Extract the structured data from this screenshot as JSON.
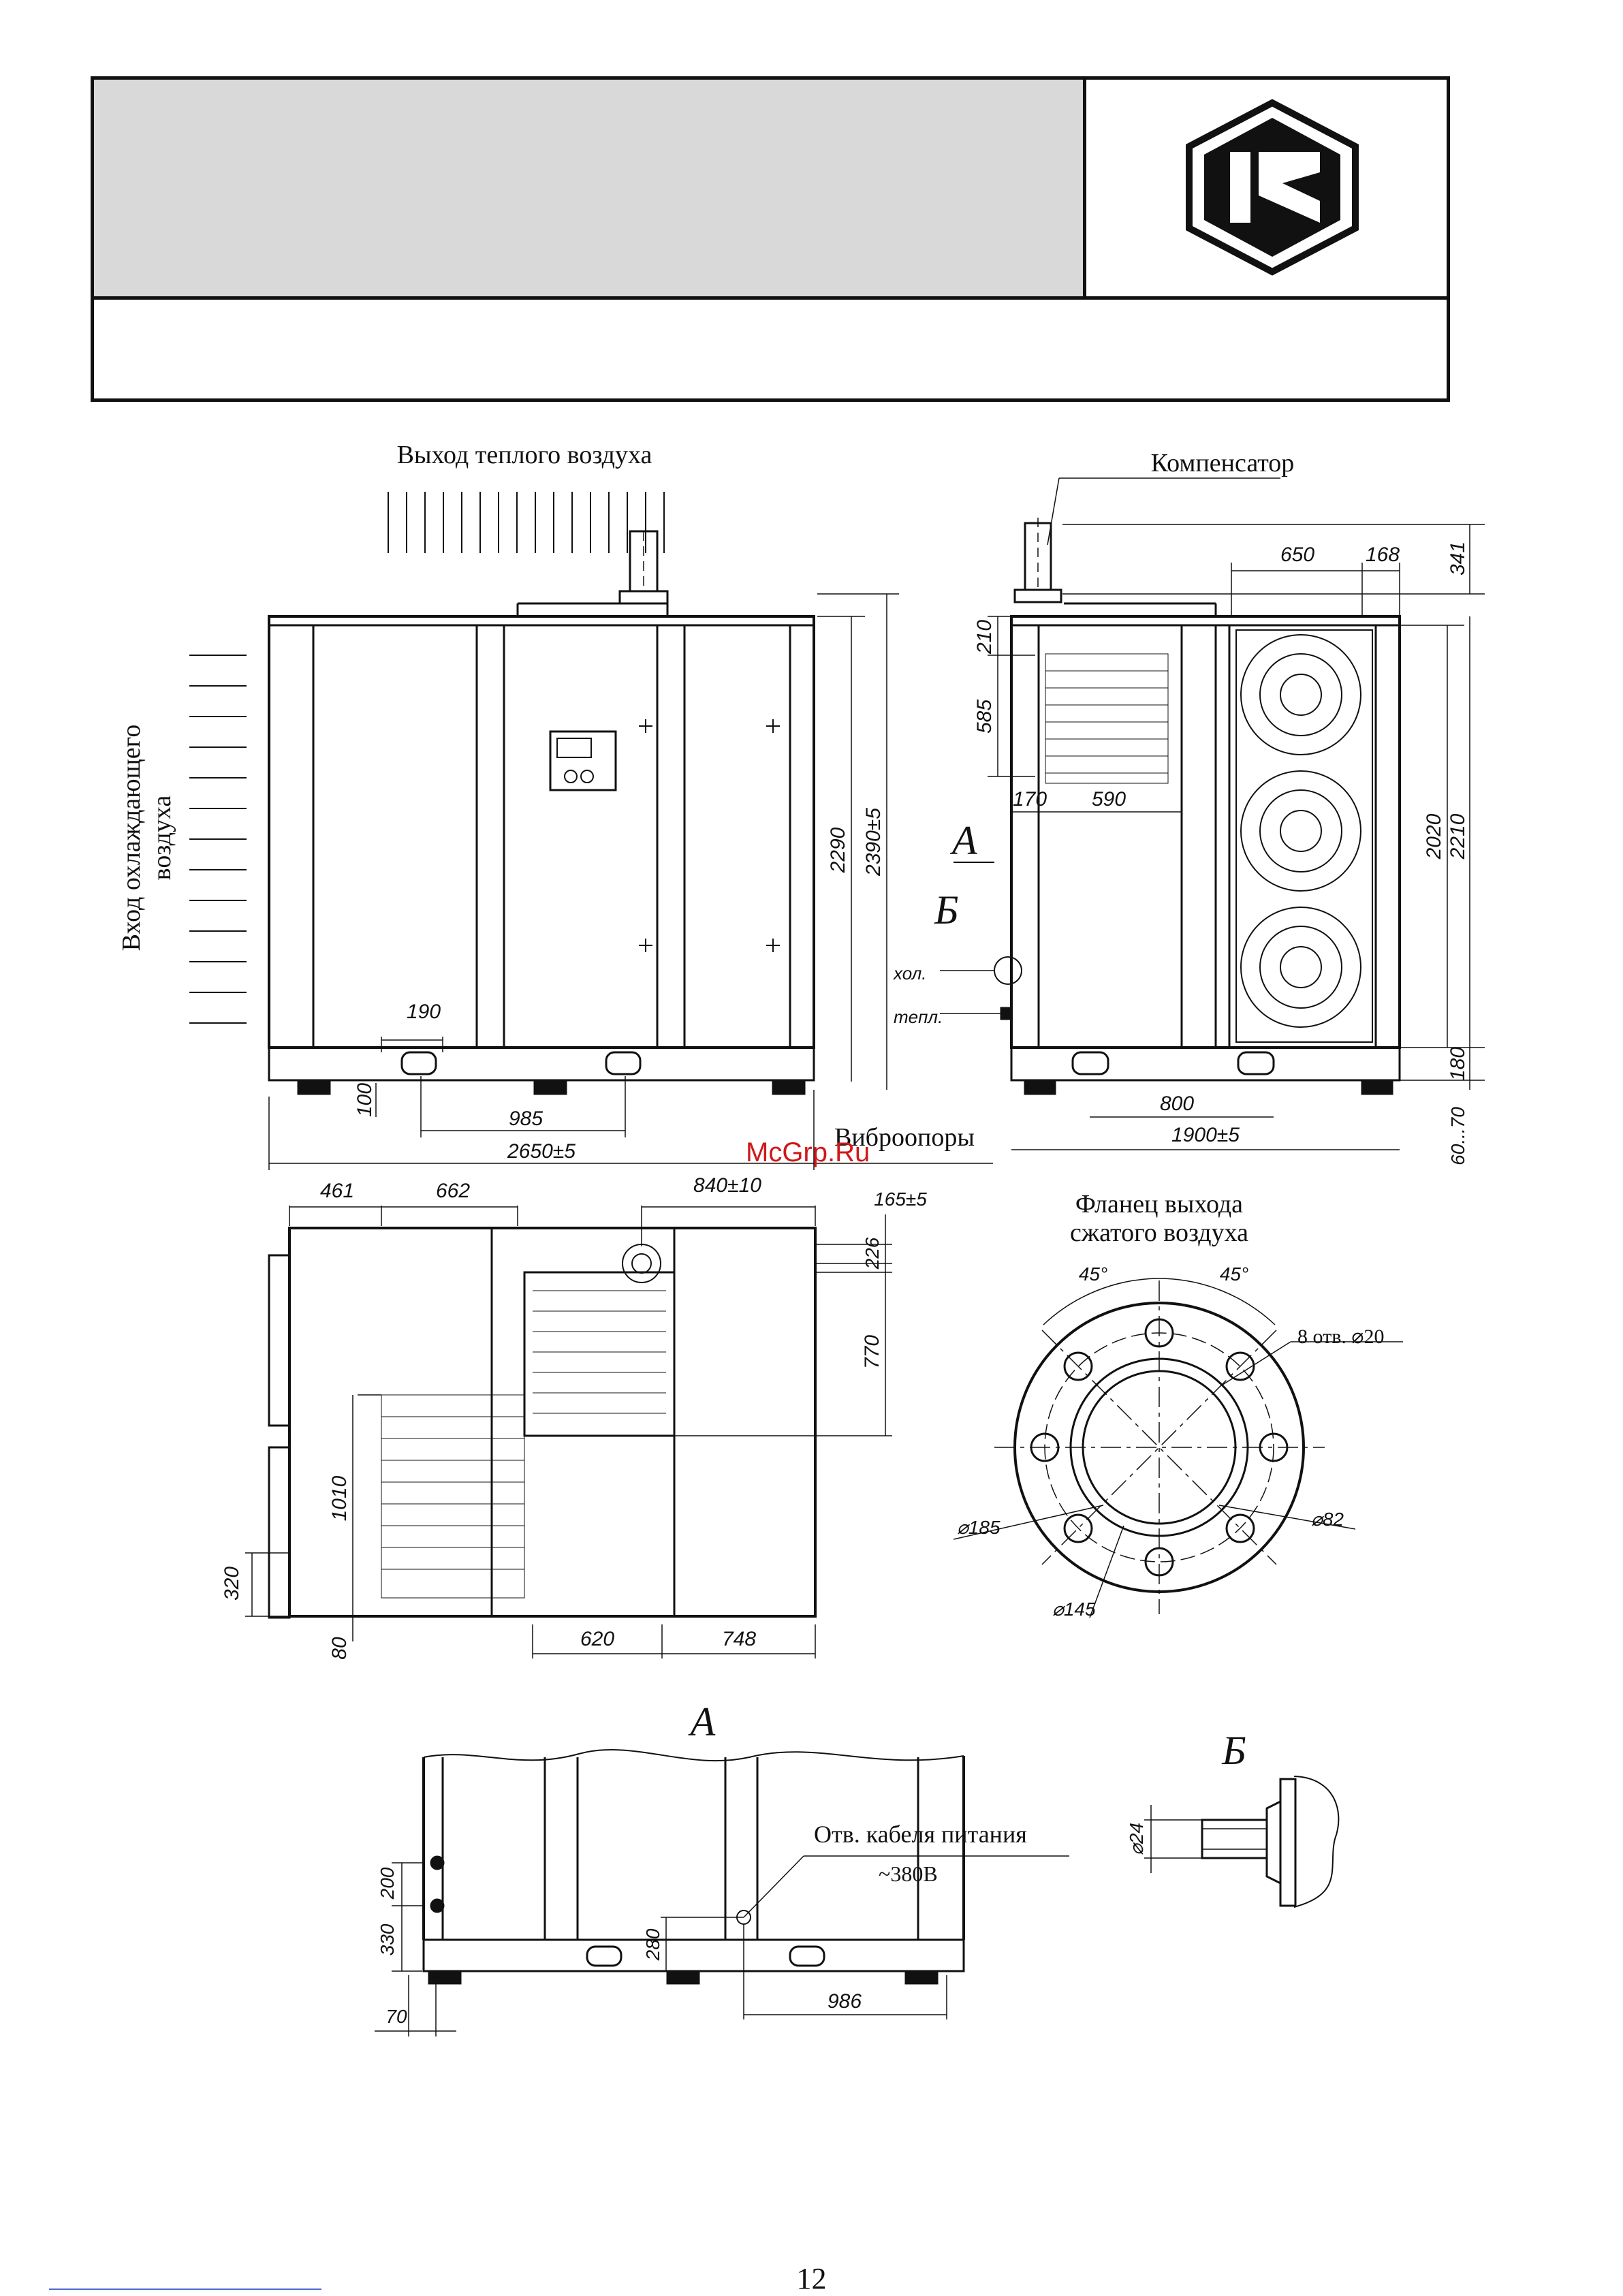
{
  "header": {
    "logo_icon": "hexagon-k-logo-icon",
    "colors": {
      "header_fill": "#d9d9d9",
      "frame": "#111111"
    }
  },
  "front_view": {
    "warm_air_outlet_label": "Выход теплого воздуха",
    "cooling_air_inlet_label_1": "Вход охлаждающего",
    "cooling_air_inlet_label_2": "воздуха",
    "vibration_mounts_label": "Виброопоры",
    "dims": {
      "height_inner": "2290",
      "height_total": "2390±5",
      "d190": "190",
      "d100": "100",
      "d985": "985",
      "width_total": "2650±5"
    }
  },
  "side_view": {
    "compensator_label": "Компенсатор",
    "view_a_marker": "А",
    "view_b_marker": "Б",
    "cold_label": "хол.",
    "warm_label": "тепл.",
    "dims": {
      "d650": "650",
      "d168": "168",
      "d341": "341",
      "d210": "210",
      "d585": "585",
      "d170": "170",
      "d590": "590",
      "d2020": "2020",
      "d2210": "2210",
      "d180": "180",
      "d800": "800",
      "d1900": "1900±5",
      "d60_70": "60...70"
    }
  },
  "top_view": {
    "dims": {
      "d461": "461",
      "d662": "662",
      "d840": "840±10",
      "d165": "165±5",
      "d226": "226",
      "d770": "770",
      "d1010": "1010",
      "d320": "320",
      "d80": "80",
      "d620": "620",
      "d748": "748"
    }
  },
  "flange": {
    "title_1": "Фланец выхода",
    "title_2": "сжатого воздуха",
    "angle_left": "45°",
    "angle_right": "45°",
    "holes": "8 отв. ⌀20",
    "d185": "⌀185",
    "d82": "⌀82",
    "d145": "⌀145"
  },
  "view_a": {
    "title": "А",
    "cable_label_1": "Отв. кабеля питания",
    "cable_label_2": "~380В",
    "dims": {
      "d200": "200",
      "d330": "330",
      "d280": "280",
      "d986": "986",
      "d70": "70"
    }
  },
  "view_b": {
    "title": "Б",
    "d24": "⌀24"
  },
  "watermark": "McGrp.Ru",
  "page_number": "12"
}
